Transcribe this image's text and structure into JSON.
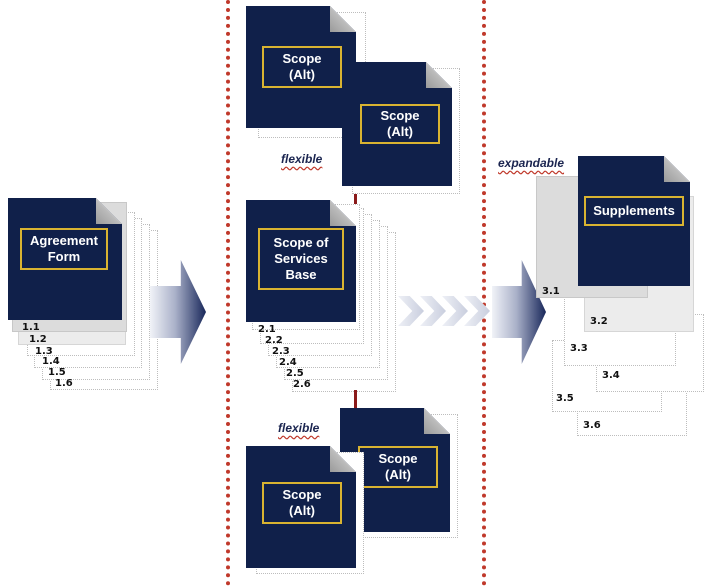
{
  "agreement": {
    "title": "Agreement\nForm",
    "sections": [
      "1.1",
      "1.2",
      "1.3",
      "1.4",
      "1.5",
      "1.6"
    ]
  },
  "scope": {
    "alt_label": "Scope\n(Alt)",
    "base_title": "Scope of\nServices\nBase",
    "sections": [
      "2.1",
      "2.2",
      "2.3",
      "2.4",
      "2.5",
      "2.6"
    ],
    "flexible_label": "flexible"
  },
  "supplements": {
    "title": "Supplements",
    "expandable_label": "expandable",
    "sections": [
      "3.1",
      "3.2",
      "3.3",
      "3.4",
      "3.5",
      "3.6"
    ]
  },
  "colors": {
    "document_fill": "#10204a",
    "label_border": "#d9b331",
    "divider": "#c0392b"
  }
}
